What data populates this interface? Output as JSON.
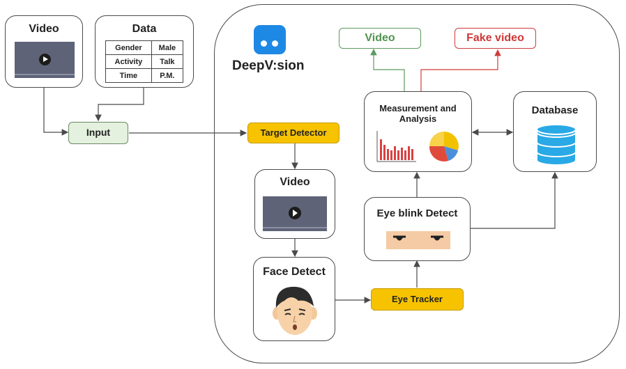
{
  "input_panel": {
    "video_title": "Video",
    "data_title": "Data",
    "data_table": [
      [
        "Gender",
        "Male"
      ],
      [
        "Activity",
        "Talk"
      ],
      [
        "Time",
        "P.M."
      ]
    ],
    "input_label": "Input"
  },
  "system": {
    "brand": "DeepV:sion",
    "target_detector": "Target Detector",
    "video_title": "Video",
    "face_detect": "Face Detect",
    "eye_tracker": "Eye Tracker",
    "eye_blink_detect": "Eye blink Detect",
    "measurement": "Measurement and Analysis",
    "database": "Database",
    "output_video": "Video",
    "output_fake": "Fake video"
  },
  "colors": {
    "yellow": "#f7c300",
    "input_green": "#e4f1df",
    "output_green": "#4f934f",
    "output_red": "#cf3737",
    "brand_blue": "#1e88e5",
    "database_blue": "#29a9e6"
  },
  "icons": [
    "video-player-icon",
    "deepvision-logo-icon",
    "bar-chart-icon",
    "pie-chart-icon",
    "database-icon",
    "eyes-icon",
    "face-icon"
  ]
}
